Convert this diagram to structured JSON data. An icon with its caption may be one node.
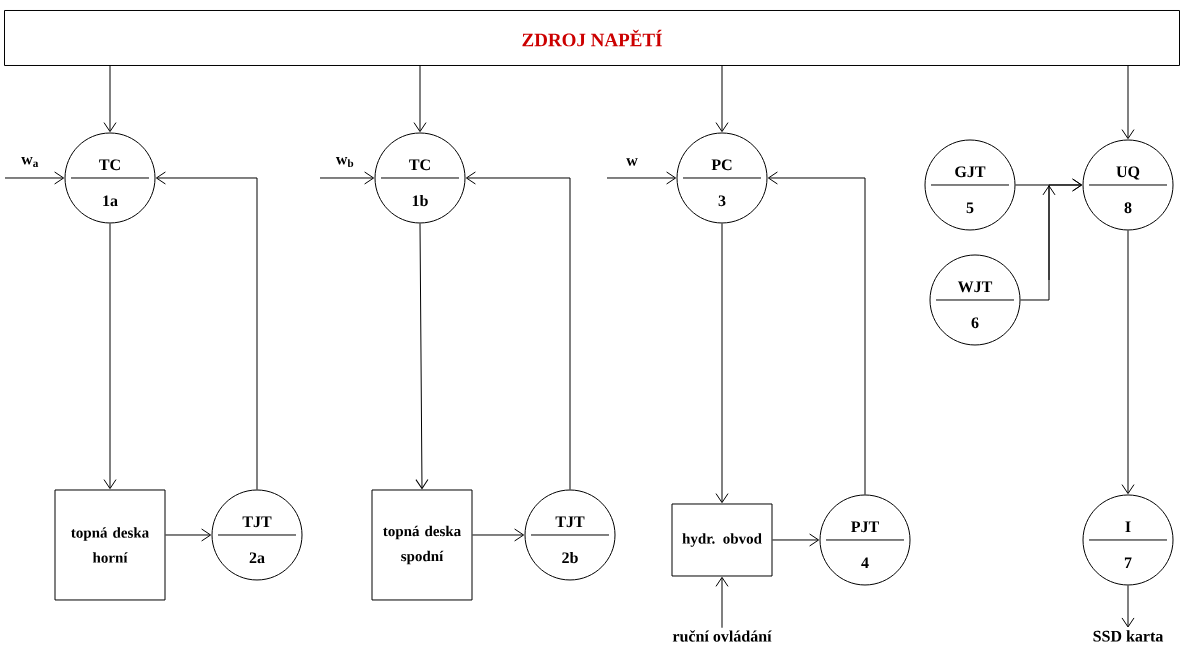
{
  "diagram": {
    "nodes": [
      {
        "text": [
          "ZDROJ  NAPĚTÍ"
        ]
      },
      {
        "text": [
          "TC",
          "1a"
        ]
      },
      {
        "text": [
          "TC",
          "1b"
        ]
      },
      {
        "text": [
          "PC",
          "3"
        ]
      },
      {
        "text": [
          "GJT",
          "5"
        ]
      },
      {
        "text": [
          "UQ",
          "8"
        ]
      },
      {
        "text": [
          "WJT",
          "6"
        ]
      },
      {
        "text": [
          "topná deska horní"
        ]
      },
      {
        "text": [
          "TJT",
          "2a"
        ]
      },
      {
        "text": [
          "topná deska spodní"
        ]
      },
      {
        "text": [
          "TJT",
          "2b"
        ]
      },
      {
        "text": [
          "hydr. obvod"
        ]
      },
      {
        "text": [
          "PJT",
          "4"
        ]
      },
      {
        "text": [
          "I",
          "7"
        ]
      },
      {
        "text": [
          "w$_{a}$"
        ]
      },
      {
        "text": [
          "w$_{b}$"
        ]
      },
      {
        "text": [
          "w"
        ]
      },
      {
        "text": [
          "ruční ovládání"
        ]
      },
      {
        "text": [
          "SSD karta"
        ]
      }
    ],
    "edges": [
      {
        "from": 0,
        "to": 1,
        "arrow": "to"
      },
      {
        "from": 0,
        "to": 2,
        "arrow": "to"
      },
      {
        "from": 0,
        "to": 3,
        "arrow": "to"
      },
      {
        "from": 0,
        "to": 5,
        "arrow": "to"
      },
      {
        "from": 14,
        "to": 1,
        "arrow": "to"
      },
      {
        "from": 15,
        "to": 2,
        "arrow": "to"
      },
      {
        "from": 16,
        "to": 3,
        "arrow": "to"
      },
      {
        "from": 1,
        "to": 7,
        "arrow": "to"
      },
      {
        "from": 7,
        "to": 8,
        "arrow": "to"
      },
      {
        "from": 8,
        "to": 1,
        "arrow": "to"
      },
      {
        "from": 2,
        "to": 9,
        "arrow": "to"
      },
      {
        "from": 9,
        "to": 10,
        "arrow": "to"
      },
      {
        "from": 10,
        "to": 2,
        "arrow": "to"
      },
      {
        "from": 3,
        "to": 11,
        "arrow": "to"
      },
      {
        "from": 11,
        "to": 12,
        "arrow": "to"
      },
      {
        "from": 12,
        "to": 3,
        "arrow": "to"
      },
      {
        "from": 4,
        "to": 5,
        "arrow": "to"
      },
      {
        "from": 6,
        "to": 5,
        "arrow": "to"
      },
      {
        "from": 5,
        "to": 13,
        "arrow": "to"
      },
      {
        "from": 17,
        "to": 11,
        "arrow": "to"
      },
      {
        "from": 13,
        "to": 18,
        "arrow": "to"
      }
    ]
  }
}
